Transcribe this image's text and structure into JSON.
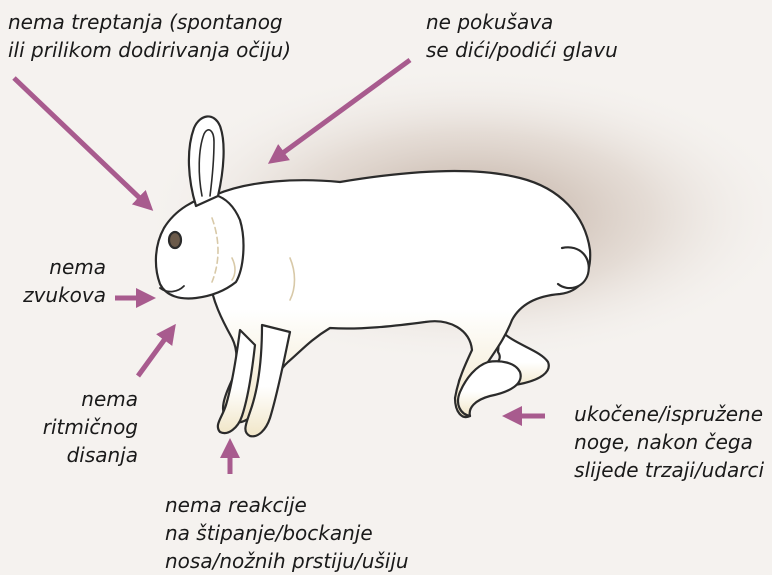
{
  "colors": {
    "arrow": "#a85b8e",
    "rabbit_fill": "#ffffff",
    "rabbit_shade": "#f1e6c8",
    "outline": "#2b2b2b",
    "background": "#f5f2ef",
    "text": "#1a1a1a"
  },
  "labels": {
    "blink": [
      "nema treptanja (spontanog",
      "ili prilikom dodirivanja očiju)"
    ],
    "head": [
      "ne pokušava",
      "se dići/podići glavu"
    ],
    "sound": [
      "nema",
      "zvukova"
    ],
    "breathing": [
      "nema",
      "ritmičnog",
      "disanja"
    ],
    "pinch": [
      "nema reakcije",
      "na štipanje/bockanje",
      "nosa/nožnih prstiju/ušiju"
    ],
    "legs": [
      "ukočene/ispružene",
      "noge, nakon čega",
      "slijede trzaji/udarci"
    ]
  },
  "icons": {
    "illustration": "rabbit-lying-on-side-illustration",
    "arrows": "arrow-icon"
  }
}
